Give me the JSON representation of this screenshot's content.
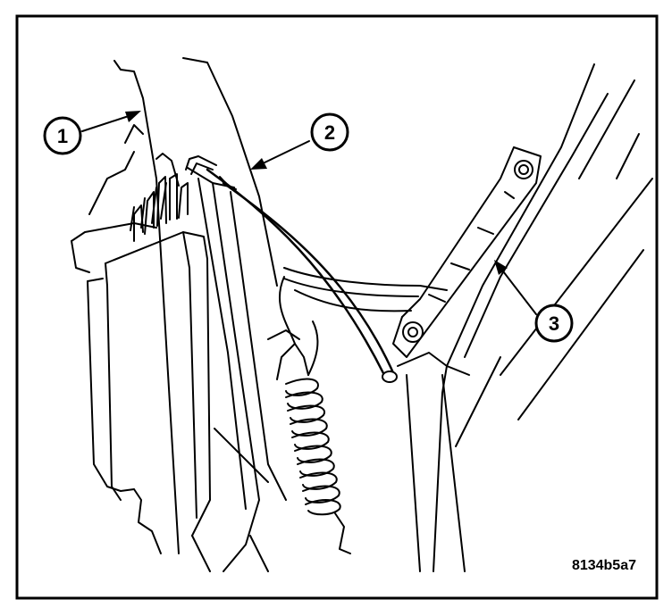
{
  "figure": {
    "callouts": [
      {
        "label": "1",
        "target": "control-module-edge"
      },
      {
        "label": "2",
        "target": "cable-sheath-end"
      },
      {
        "label": "3",
        "target": "mounting-bracket"
      }
    ],
    "figure_id": "8134b5a7"
  },
  "colors": {
    "line": "#000000",
    "background": "#ffffff"
  }
}
